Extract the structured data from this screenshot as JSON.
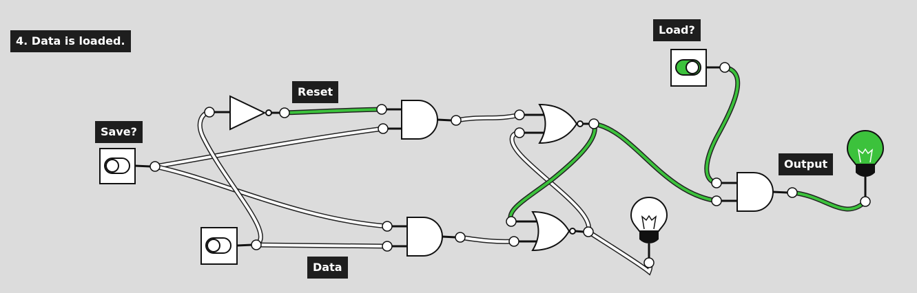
{
  "step": {
    "title": "4. Data is loaded."
  },
  "labels": {
    "reset": "Reset",
    "save": "Save?",
    "data": "Data",
    "load": "Load?",
    "output": "Output"
  },
  "switches": {
    "save": {
      "state": "off"
    },
    "data": {
      "state": "off"
    },
    "load": {
      "state": "on"
    }
  },
  "bulbs": {
    "memory": {
      "state": "off"
    },
    "output": {
      "state": "on"
    }
  },
  "colors": {
    "background": "#dcdcdc",
    "label_bg": "#1e1e1e",
    "active_wire": "#3cc23c",
    "inactive_wire": "#ffffff"
  }
}
